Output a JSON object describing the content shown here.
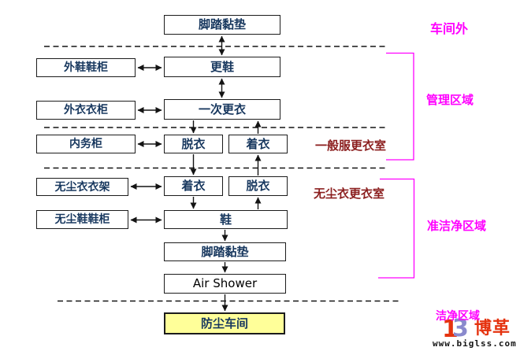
{
  "flow": {
    "mat_top": "脚踏黏垫",
    "change_shoes": "更鞋",
    "outdoor_shoe_cabinet": "外鞋鞋柜",
    "first_change": "一次更衣",
    "outerwear_wardrobe": "外衣衣柜",
    "housekeeping_cabinet": "内务柜",
    "undress_general": "脱衣",
    "dress_general": "着衣",
    "dustfree_clothes_rack": "无尘衣衣架",
    "dress_dustfree": "着衣",
    "undress_dustfree": "脱衣",
    "dustfree_shoe_cabinet": "无尘鞋鞋柜",
    "shoes": "鞋",
    "mat_bottom": "脚踏黏垫",
    "air_shower": "Air Shower",
    "dustproof_workshop": "防尘车间"
  },
  "zones": {
    "outside_workshop": "车间外",
    "management_area": "管理区域",
    "general_garment_changing_room": "一般服更衣室",
    "dustfree_garment_changing_room": "无尘衣更衣室",
    "semi_clean_area": "准洁净区域",
    "clean_area": "洁净区域"
  },
  "watermark": {
    "mark_left": "1",
    "mark_right": "3",
    "brand": "博革",
    "url": "www.biglss.com"
  },
  "colors": {
    "box_text": "#17375E",
    "box_border": "#1c1c1c",
    "highlight_fill": "#FFFF99",
    "zone_label_magenta": "#FF00FF",
    "room_label_dark_red": "#8B1E1E",
    "watermark_red": "#E5330F",
    "watermark_blue": "#8A8ACD",
    "connector_black": "#141414"
  }
}
